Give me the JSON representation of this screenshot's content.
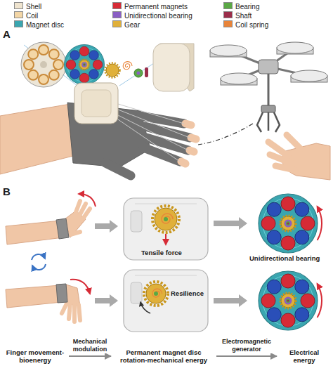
{
  "diagram": {
    "nodes": [
      {
        "text": [
          "Finger movement-bioenergy"
        ]
      },
      {
        "text": [
          "Permanent magnet disc rotation-mechanical energy"
        ]
      },
      {
        "text": [
          "Electrical energy"
        ]
      }
    ],
    "edges": [
      {
        "from": 0,
        "to": 1,
        "arrow": "to",
        "label": "Mechanical modulation"
      },
      {
        "from": 1,
        "to": 2,
        "arrow": "to",
        "label": "Electromagnetic generator"
      }
    ],
    "labels": [
      "A",
      "B",
      "Tensile force",
      "Resilience",
      "Unidirectional bearing"
    ],
    "legend": [
      {
        "text": "Shell",
        "color": "#efe4cf"
      },
      {
        "text": "Permanent magnets",
        "color": "#d62b36"
      },
      {
        "text": "Bearing",
        "color": "#5aa845"
      },
      {
        "text": "Coil",
        "color": "#f3d6a6"
      },
      {
        "text": "Unidirectional bearing",
        "color": "#8a5fc4"
      },
      {
        "text": "Shaft",
        "color": "#9b2d4a"
      },
      {
        "text": "Magnet disc",
        "color": "#3aa6b0"
      },
      {
        "text": "Gear",
        "color": "#e0b03a"
      },
      {
        "text": "Coil spring",
        "color": "#e8843a"
      }
    ]
  }
}
